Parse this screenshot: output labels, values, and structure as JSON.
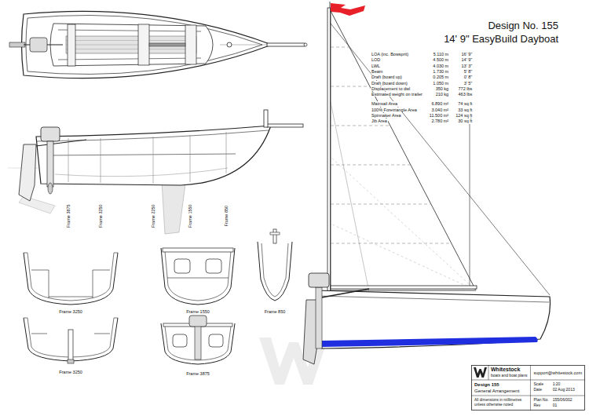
{
  "diagram": {
    "title": "Design No. 155",
    "nodes": [
      {
        "text": [
          "Whitestock",
          "boats and boat plans",
          "support@whitestock.com",
          "Design 155",
          "General Arrangement",
          "Scale",
          "1:20",
          "Date",
          "02 Aug 2013",
          "Plan No.",
          "155/06/002",
          "Rev",
          "01",
          "All dimensions in millimetres unless otherwise noted"
        ]
      }
    ],
    "labels": [
      "14' 9\" EasyBuild Dayboat",
      "LOA (inc. Bowsprit)",
      "5.110 m",
      "16' 9\"",
      "LOD",
      "4.500 m",
      "14' 9\"",
      "LWL",
      "4.030 m",
      "13' 3\"",
      "Beam",
      "1.730 m",
      "5' 8\"",
      "Draft (board up)",
      "0.205 m",
      "0' 8\"",
      "Draft (board down)",
      "1.050 m",
      "3' 5\"",
      "Displacement to dwl",
      "350 kg",
      "772 lbs",
      "Estimated weight on trailer",
      "210 kg",
      "463 lbs",
      "Mainsail Area",
      "6.890 m²",
      "74 sq ft",
      "100% Foretriangle Area",
      "3.040 m²",
      "33 sq ft",
      "Spinnaker Area",
      "11.500 m²",
      "124 sq ft",
      "Jib Area",
      "2.780 m²",
      "30 sq ft",
      "Frame 3875",
      "Frame 3250",
      "Frame 2250",
      "Frame 1550",
      "Frame 850",
      "Frame 3250",
      "Frame 1550",
      "Frame 850",
      "Frame 3250",
      "Frame 3875"
    ]
  }
}
